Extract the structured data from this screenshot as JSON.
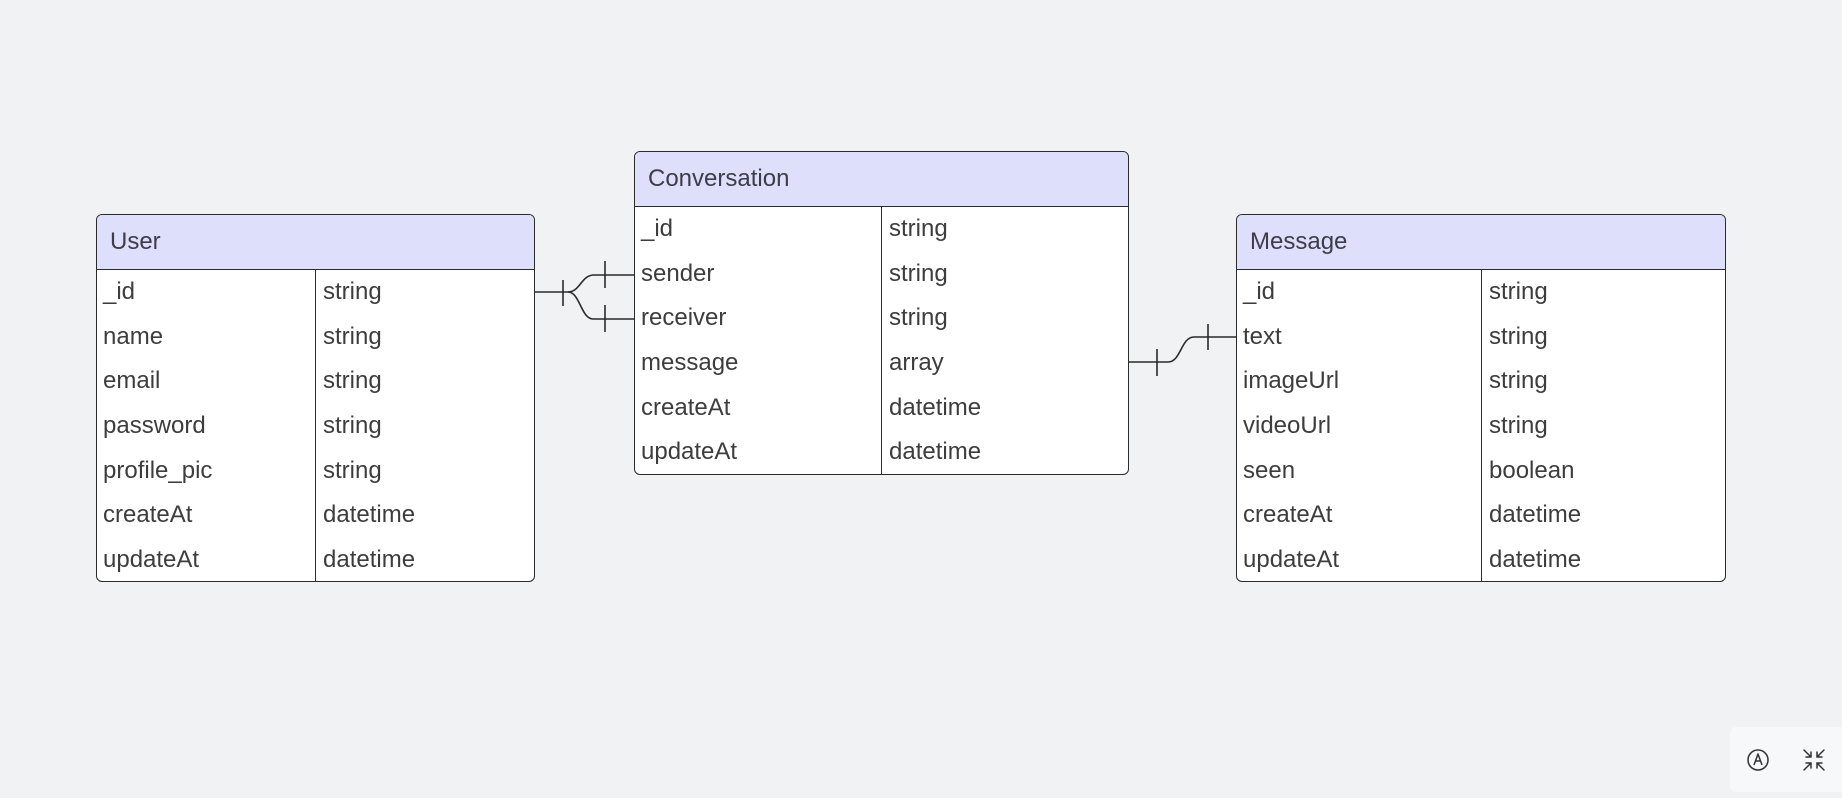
{
  "entities": {
    "user": {
      "title": "User",
      "attributes": [
        {
          "name": "_id",
          "type": "string"
        },
        {
          "name": "name",
          "type": "string"
        },
        {
          "name": "email",
          "type": "string"
        },
        {
          "name": "password",
          "type": "string"
        },
        {
          "name": "profile_pic",
          "type": "string"
        },
        {
          "name": "createAt",
          "type": "datetime"
        },
        {
          "name": "updateAt",
          "type": "datetime"
        }
      ]
    },
    "conversation": {
      "title": "Conversation",
      "attributes": [
        {
          "name": "_id",
          "type": "string"
        },
        {
          "name": "sender",
          "type": "string"
        },
        {
          "name": "receiver",
          "type": "string"
        },
        {
          "name": "message",
          "type": "array"
        },
        {
          "name": "createAt",
          "type": "datetime"
        },
        {
          "name": "updateAt",
          "type": "datetime"
        }
      ]
    },
    "message": {
      "title": "Message",
      "attributes": [
        {
          "name": "_id",
          "type": "string"
        },
        {
          "name": "text",
          "type": "string"
        },
        {
          "name": "imageUrl",
          "type": "string"
        },
        {
          "name": "videoUrl",
          "type": "string"
        },
        {
          "name": "seen",
          "type": "boolean"
        },
        {
          "name": "createAt",
          "type": "datetime"
        },
        {
          "name": "updateAt",
          "type": "datetime"
        }
      ]
    }
  },
  "relationships": [
    {
      "from": "user._id",
      "to": "conversation.sender",
      "cardinality": "one-to-one"
    },
    {
      "from": "user._id",
      "to": "conversation.receiver",
      "cardinality": "one-to-one"
    },
    {
      "from": "conversation.message",
      "to": "message.text",
      "cardinality": "one-to-one"
    }
  ],
  "colors": {
    "background": "#f1f2f4",
    "header_fill": "#dedffb",
    "border": "#2b2b2b",
    "text": "#3d3d3d"
  },
  "icons": {
    "panel_left": "compass-a-icon",
    "panel_right": "collapse-arrows-icon"
  }
}
